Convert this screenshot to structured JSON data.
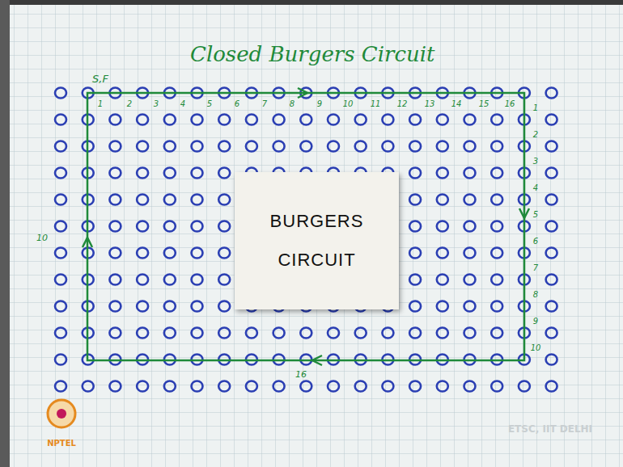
{
  "diagram": {
    "title": "Closed Burgers Circuit",
    "nodes": [
      {
        "text": [
          "BURGERS CIRCUIT"
        ]
      }
    ],
    "labels": [
      "S,F",
      "1",
      "2",
      "3",
      "4",
      "5",
      "6",
      "7",
      "8",
      "9",
      "10",
      "11",
      "12",
      "13",
      "14",
      "15",
      "16",
      "1",
      "2",
      "3",
      "4",
      "5",
      "6",
      "7",
      "8",
      "9",
      "10",
      "16",
      "10",
      "NPTEL",
      "ETSC, IIT DELHI"
    ]
  }
}
